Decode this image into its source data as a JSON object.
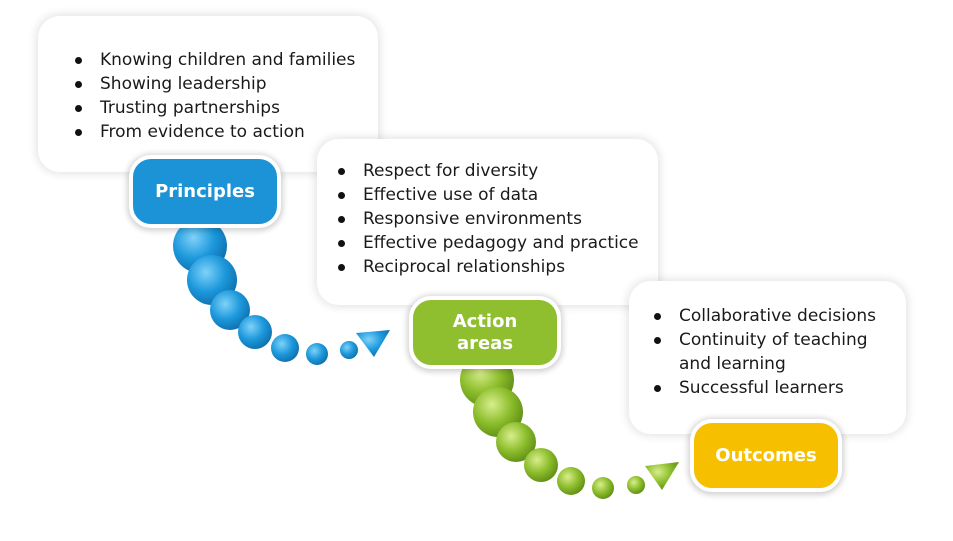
{
  "colors": {
    "principles": "#1b93d6",
    "action_areas": "#8fbe2f",
    "outcomes": "#f6c000"
  },
  "principles": {
    "label": "Principles",
    "items": [
      "Knowing children and families",
      "Showing leadership",
      "Trusting partnerships",
      "From evidence to action"
    ]
  },
  "action_areas": {
    "label_line1": "Action",
    "label_line2": "areas",
    "items": [
      "Respect for diversity",
      "Effective use of data",
      "Responsive environments",
      "Effective pedagogy and practice",
      "Reciprocal relationships"
    ]
  },
  "outcomes": {
    "label": "Outcomes",
    "items": [
      "Collaborative decisions",
      "Continuity of teaching and learning",
      "Successful learners"
    ]
  }
}
